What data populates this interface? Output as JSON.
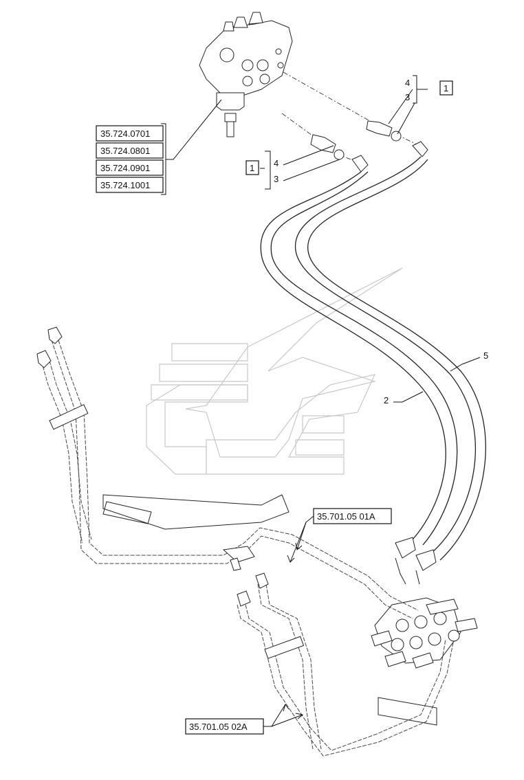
{
  "valve_refs": [
    "35.724.0701",
    "35.724.0801",
    "35.724.0901",
    "35.724.1001"
  ],
  "right_fitting": {
    "callout": "1",
    "items": [
      "4",
      "3"
    ]
  },
  "left_fitting": {
    "callout": "1",
    "items": [
      "4",
      "3"
    ]
  },
  "hose_labels": {
    "hose_5": "5",
    "hose_2": "2"
  },
  "pipe_refs": {
    "upper": "35.701.05 01A",
    "lower": "35.701.05 02A"
  }
}
